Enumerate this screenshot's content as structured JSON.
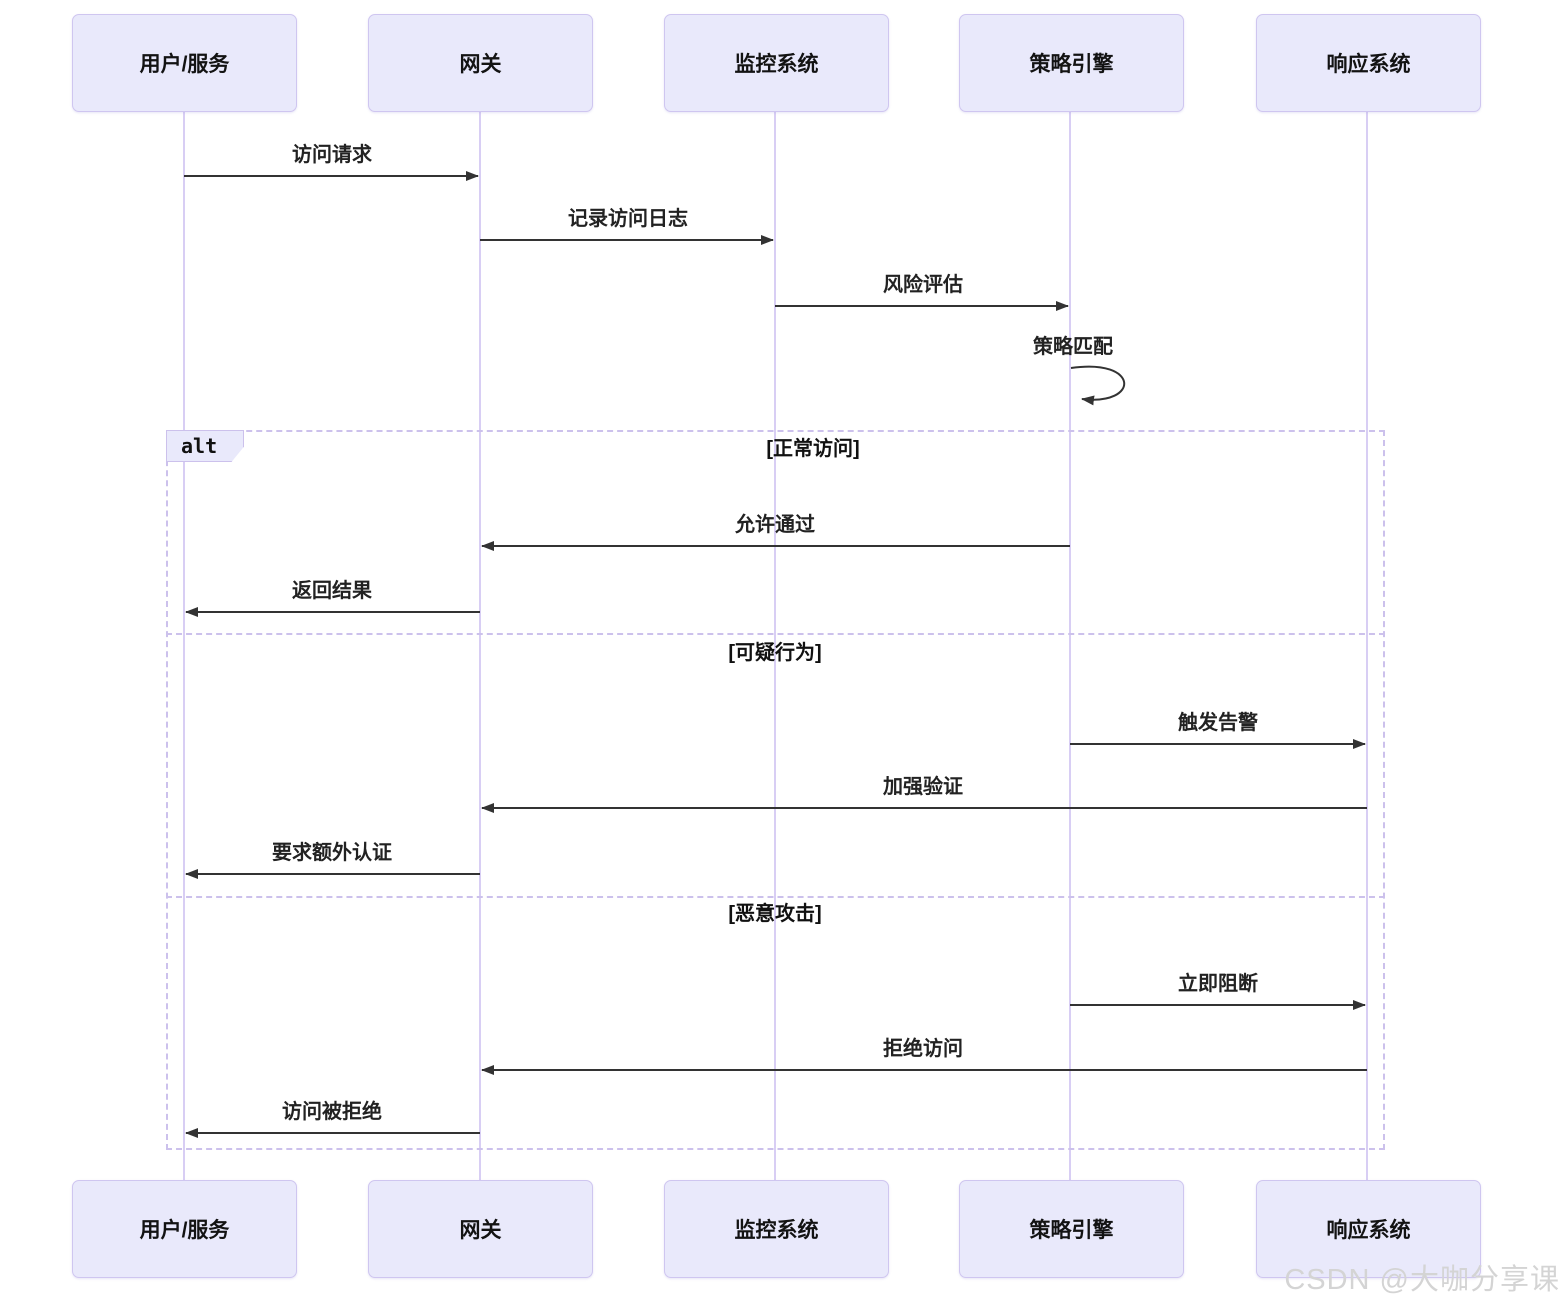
{
  "diagram": {
    "type": "sequence-diagram",
    "actors": [
      {
        "id": "user",
        "label": "用户/服务"
      },
      {
        "id": "gateway",
        "label": "网关"
      },
      {
        "id": "monitor",
        "label": "监控系统"
      },
      {
        "id": "policy",
        "label": "策略引擎"
      },
      {
        "id": "response",
        "label": "响应系统"
      }
    ],
    "messages": [
      {
        "from": "用户/服务",
        "to": "网关",
        "label": "访问请求"
      },
      {
        "from": "网关",
        "to": "监控系统",
        "label": "记录访问日志"
      },
      {
        "from": "监控系统",
        "to": "策略引擎",
        "label": "风险评估"
      },
      {
        "from": "策略引擎",
        "to": "策略引擎",
        "label": "策略匹配",
        "self_message": true
      }
    ],
    "alt": {
      "keyword": "alt",
      "sections": [
        {
          "condition": "[正常访问]",
          "messages": [
            {
              "from": "策略引擎",
              "to": "网关",
              "label": "允许通过"
            },
            {
              "from": "网关",
              "to": "用户/服务",
              "label": "返回结果"
            }
          ]
        },
        {
          "condition": "[可疑行为]",
          "messages": [
            {
              "from": "策略引擎",
              "to": "响应系统",
              "label": "触发告警"
            },
            {
              "from": "响应系统",
              "to": "网关",
              "label": "加强验证"
            },
            {
              "from": "网关",
              "to": "用户/服务",
              "label": "要求额外认证"
            }
          ]
        },
        {
          "condition": "[恶意攻击]",
          "messages": [
            {
              "from": "策略引擎",
              "to": "响应系统",
              "label": "立即阻断"
            },
            {
              "from": "响应系统",
              "to": "网关",
              "label": "拒绝访问"
            },
            {
              "from": "网关",
              "to": "用户/服务",
              "label": "访问被拒绝"
            }
          ]
        }
      ]
    },
    "watermark": "CSDN @大咖分享课",
    "colors": {
      "actor_fill": "#E9E9FB",
      "actor_border": "#CFC6F0",
      "lifeline": "#D8CEF4",
      "alt_border": "#CCC1EC",
      "arrow": "#333333",
      "text": "#1F1F1F",
      "watermark_text": "#D4D4D4",
      "background": "#FFFFFF"
    }
  }
}
